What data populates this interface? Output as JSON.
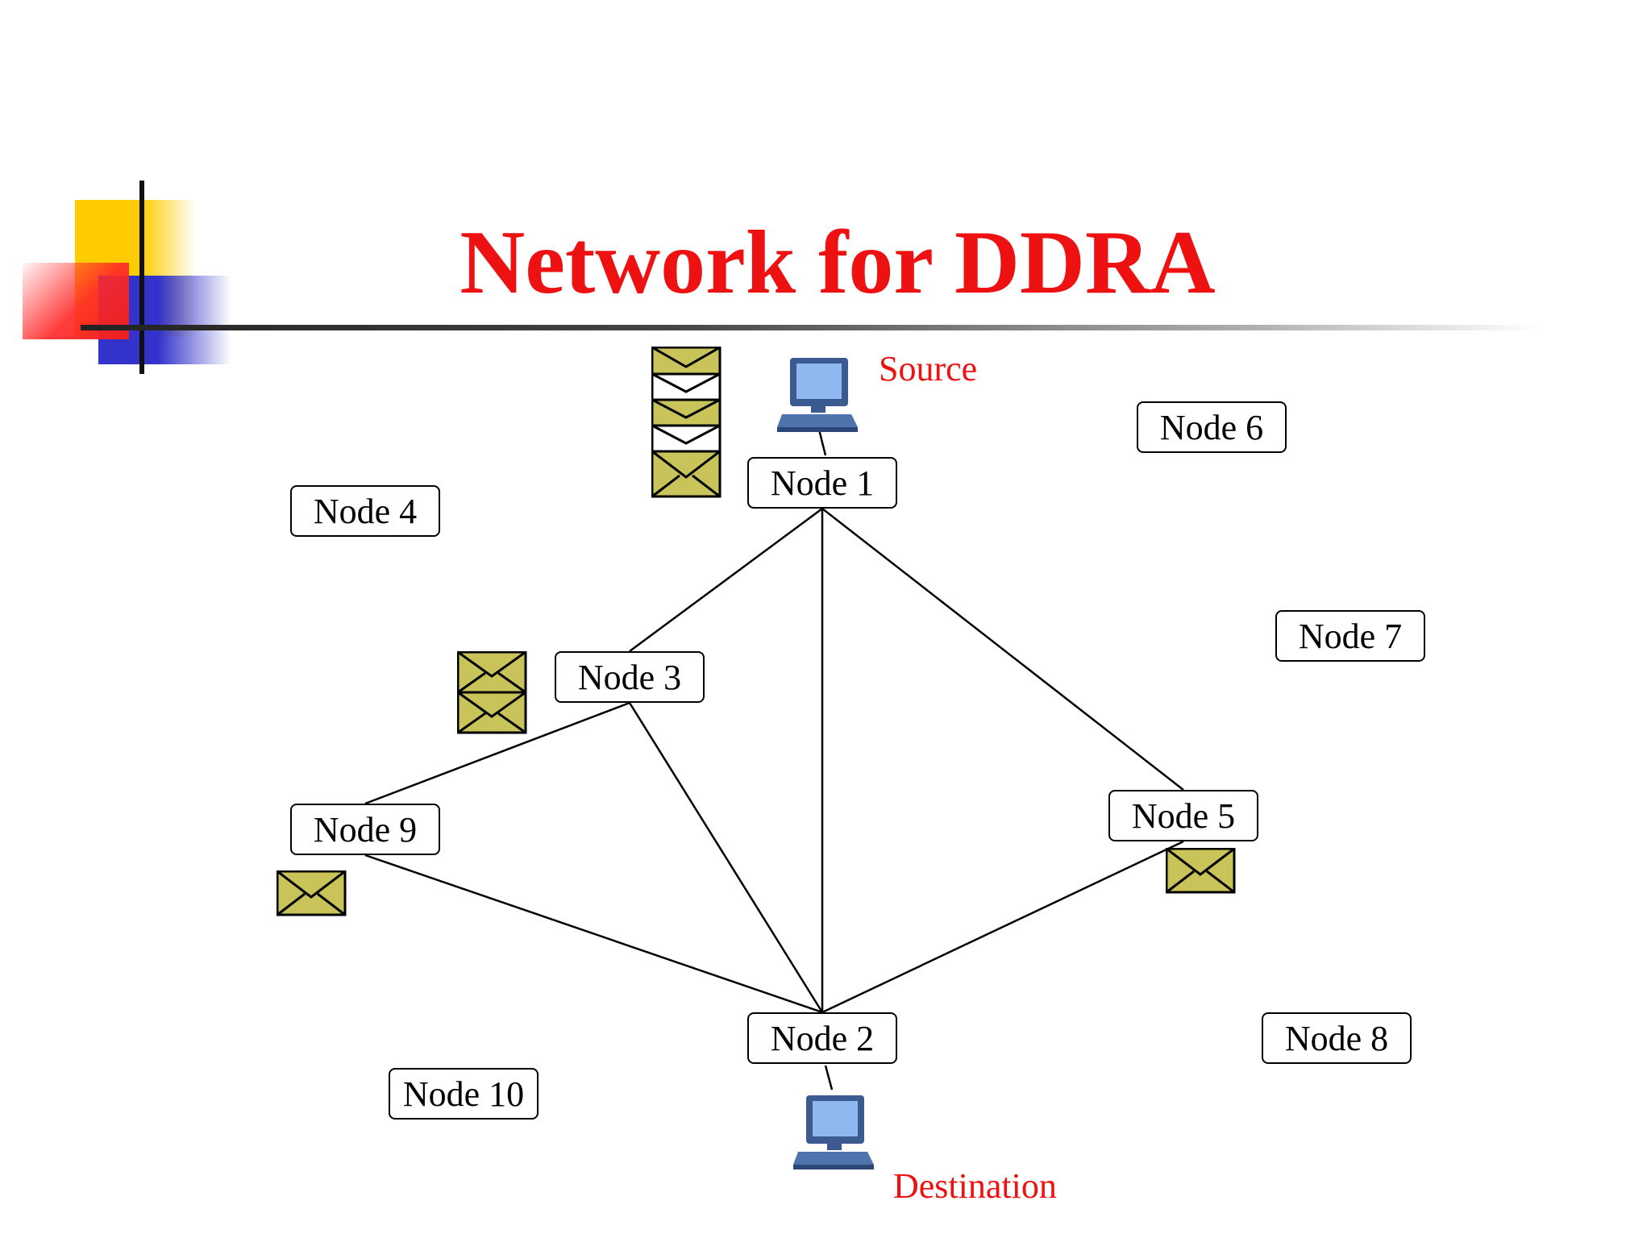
{
  "title": "Network for DDRA",
  "labels": {
    "source": "Source",
    "destination": "Destination"
  },
  "colors": {
    "title": "#ee1111",
    "label": "#ee1111",
    "envelope_filled": "#c8c45a",
    "envelope_empty": "#ffffff",
    "computer_screen": "#8fb8f0",
    "computer_body": "#3a5a90"
  },
  "nodes": [
    {
      "id": "node-1",
      "label": "Node 1"
    },
    {
      "id": "node-2",
      "label": "Node 2"
    },
    {
      "id": "node-3",
      "label": "Node 3"
    },
    {
      "id": "node-4",
      "label": "Node 4"
    },
    {
      "id": "node-5",
      "label": "Node 5"
    },
    {
      "id": "node-6",
      "label": "Node 6"
    },
    {
      "id": "node-7",
      "label": "Node 7"
    },
    {
      "id": "node-8",
      "label": "Node 8"
    },
    {
      "id": "node-9",
      "label": "Node 9"
    },
    {
      "id": "node-10",
      "label": "Node 10"
    }
  ],
  "edges": [
    [
      "node-1",
      "node-3"
    ],
    [
      "node-1",
      "node-2"
    ],
    [
      "node-1",
      "node-5"
    ],
    [
      "node-3",
      "node-9"
    ],
    [
      "node-3",
      "node-2"
    ],
    [
      "node-9",
      "node-2"
    ],
    [
      "node-5",
      "node-2"
    ]
  ],
  "attachments": [
    {
      "id": "source-computer",
      "icon": "computer-icon",
      "attached_to": "node-1"
    },
    {
      "id": "destination-computer",
      "icon": "computer-icon",
      "attached_to": "node-2"
    }
  ],
  "message_stacks": [
    {
      "near": "node-1",
      "envelopes": [
        "filled",
        "empty",
        "filled",
        "empty",
        "filled"
      ]
    },
    {
      "near": "node-3",
      "envelopes": [
        "filled",
        "filled"
      ]
    },
    {
      "near": "node-9",
      "envelopes": [
        "filled"
      ]
    },
    {
      "near": "node-5",
      "envelopes": [
        "filled"
      ]
    }
  ]
}
